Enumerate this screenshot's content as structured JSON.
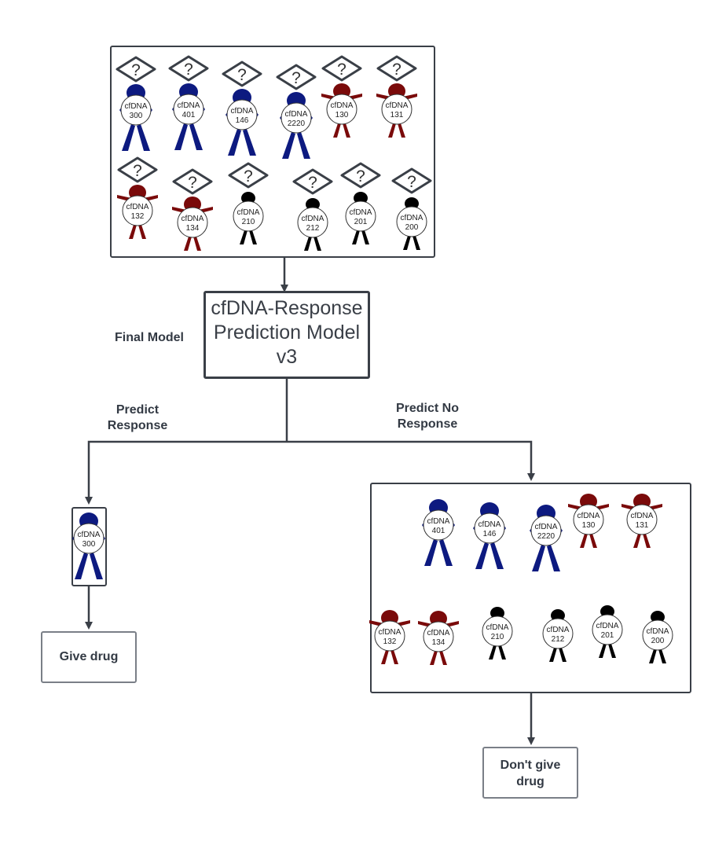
{
  "labels": {
    "model_title_line1": "cfDNA-Response",
    "model_title_line2": "Prediction Model",
    "model_title_line3": "v3",
    "final_model": "Final Model",
    "predict_response_line1": "Predict",
    "predict_response_line2": "Response",
    "predict_no_response_line1": "Predict No",
    "predict_no_response_line2": "Response",
    "give_drug": "Give drug",
    "dont_give_line1": "Don't give",
    "dont_give_line2": "drug",
    "unknown_mark": "?",
    "person_prefix": "cfDNA"
  },
  "colors": {
    "blue": "#0d1a80",
    "red": "#7a0a0a",
    "black": "#000000",
    "stroke": "#3a3f47"
  },
  "input_group": {
    "row1": [
      {
        "id": "300",
        "color": "blue"
      },
      {
        "id": "401",
        "color": "blue"
      },
      {
        "id": "146",
        "color": "blue"
      },
      {
        "id": "2220",
        "color": "blue"
      },
      {
        "id": "130",
        "color": "red"
      },
      {
        "id": "131",
        "color": "red"
      }
    ],
    "row2": [
      {
        "id": "132",
        "color": "red"
      },
      {
        "id": "134",
        "color": "red"
      },
      {
        "id": "210",
        "color": "black"
      },
      {
        "id": "212",
        "color": "black"
      },
      {
        "id": "201",
        "color": "black"
      },
      {
        "id": "200",
        "color": "black"
      }
    ]
  },
  "response_group": [
    {
      "id": "300",
      "color": "blue"
    }
  ],
  "no_response_group": {
    "row1": [
      {
        "id": "401",
        "color": "blue"
      },
      {
        "id": "146",
        "color": "blue"
      },
      {
        "id": "2220",
        "color": "blue"
      },
      {
        "id": "130",
        "color": "red"
      },
      {
        "id": "131",
        "color": "red"
      }
    ],
    "row2": [
      {
        "id": "132",
        "color": "red"
      },
      {
        "id": "134",
        "color": "red"
      },
      {
        "id": "210",
        "color": "black"
      },
      {
        "id": "212",
        "color": "black"
      },
      {
        "id": "201",
        "color": "black"
      },
      {
        "id": "200",
        "color": "black"
      }
    ]
  }
}
